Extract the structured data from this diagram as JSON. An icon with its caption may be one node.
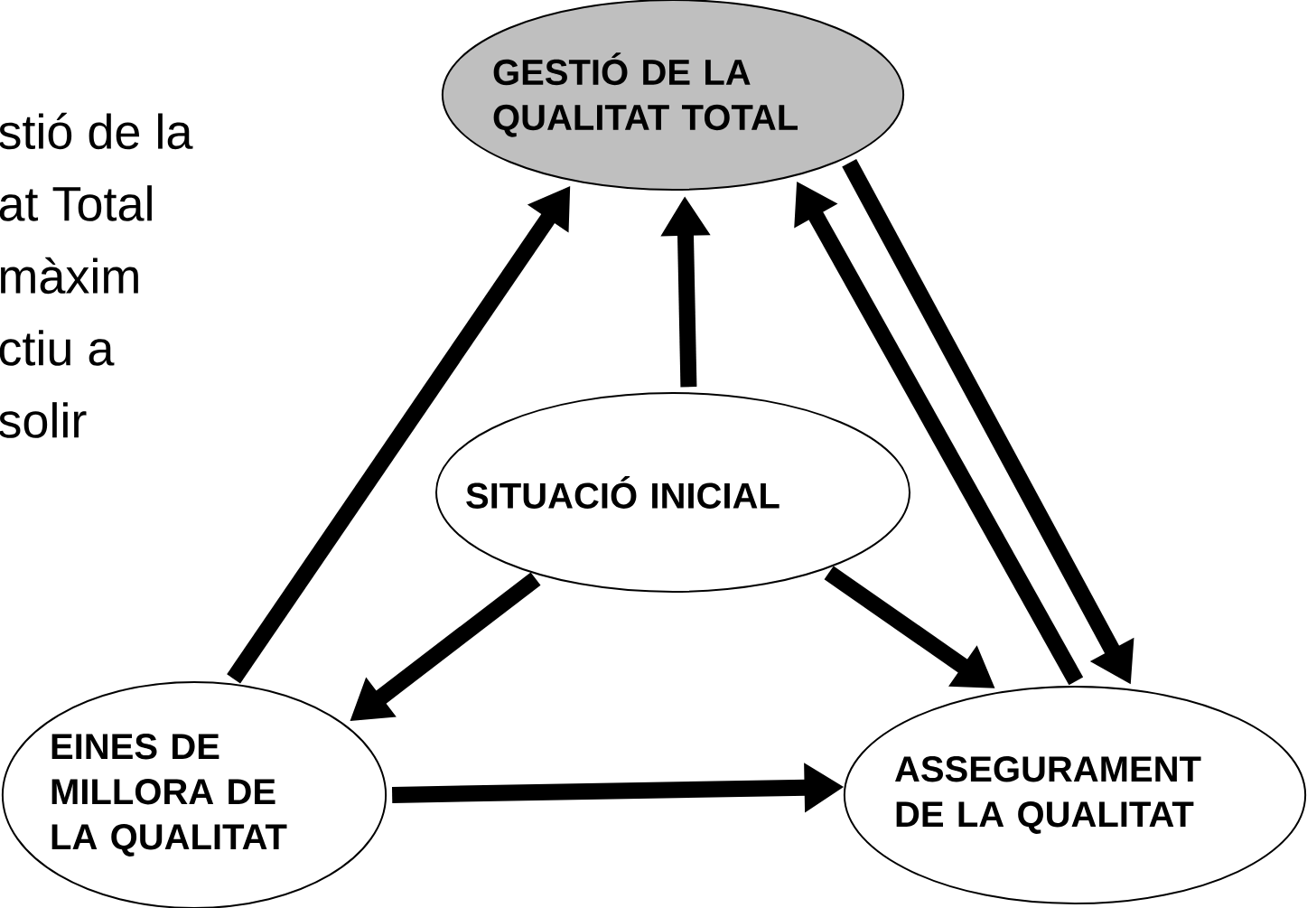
{
  "diagram": {
    "nodes": [
      {
        "text": [
          "GESTIÓ DE LA QUALITAT TOTAL"
        ]
      },
      {
        "text": [
          "SITUACIÓ INICIAL"
        ]
      },
      {
        "text": [
          "EINES DE MILLORA DE LA QUALITAT"
        ]
      },
      {
        "text": [
          "ASSEGURAMENT DE LA QUALITAT"
        ]
      }
    ],
    "edges": [
      {
        "from": 1,
        "to": 0,
        "arrow": "to"
      },
      {
        "from": 1,
        "to": 2,
        "arrow": "to"
      },
      {
        "from": 1,
        "to": 3,
        "arrow": "to"
      },
      {
        "from": 2,
        "to": 0,
        "arrow": "to"
      },
      {
        "from": 2,
        "to": 3,
        "arrow": "to"
      },
      {
        "from": 3,
        "to": 0,
        "arrow": "to"
      },
      {
        "from": 0,
        "to": 3,
        "arrow": "to"
      }
    ],
    "labels": [
      "stió de la",
      "at Total",
      "màxim",
      "ctiu a",
      "solir"
    ]
  }
}
